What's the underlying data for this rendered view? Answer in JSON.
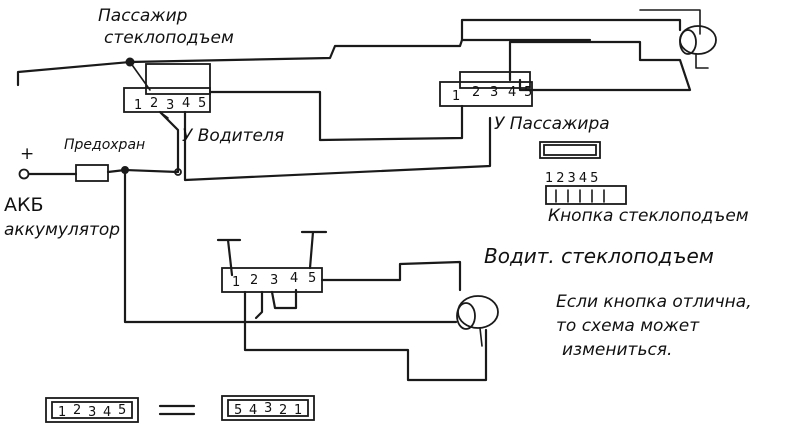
{
  "labels": {
    "passenger_lifter_1": "Пассажир",
    "passenger_lifter_2": "стеклоподъем",
    "at_driver": "У Водителя",
    "at_passenger": "У Пассажира",
    "fuse": "Предохран",
    "plus": "+",
    "battery_short": "АКБ",
    "battery_full": "аккумулятор",
    "button_caption": "Кнопка стеклоподъем",
    "driver_lifter": "Водит. стеклоподъем",
    "note_1": "Если кнопка отлична,",
    "note_2": "то схема может",
    "note_3": "измениться.",
    "equals": "="
  },
  "switch_driver_pins": [
    "1",
    "2",
    "3",
    "4",
    "5"
  ],
  "switch_passenger_pins": [
    "1",
    "2",
    "3",
    "4",
    "5"
  ],
  "switch_bottom_pins": [
    "1",
    "2",
    "3",
    "4",
    "5"
  ],
  "button_legend_pins": "12345",
  "equiv_left": [
    "1",
    "2",
    "3",
    "4",
    "5"
  ],
  "equiv_right": [
    "5",
    "4",
    "3",
    "2",
    "1"
  ],
  "colors": {
    "ink": "#1a1a1a",
    "paper": "#ffffff"
  }
}
